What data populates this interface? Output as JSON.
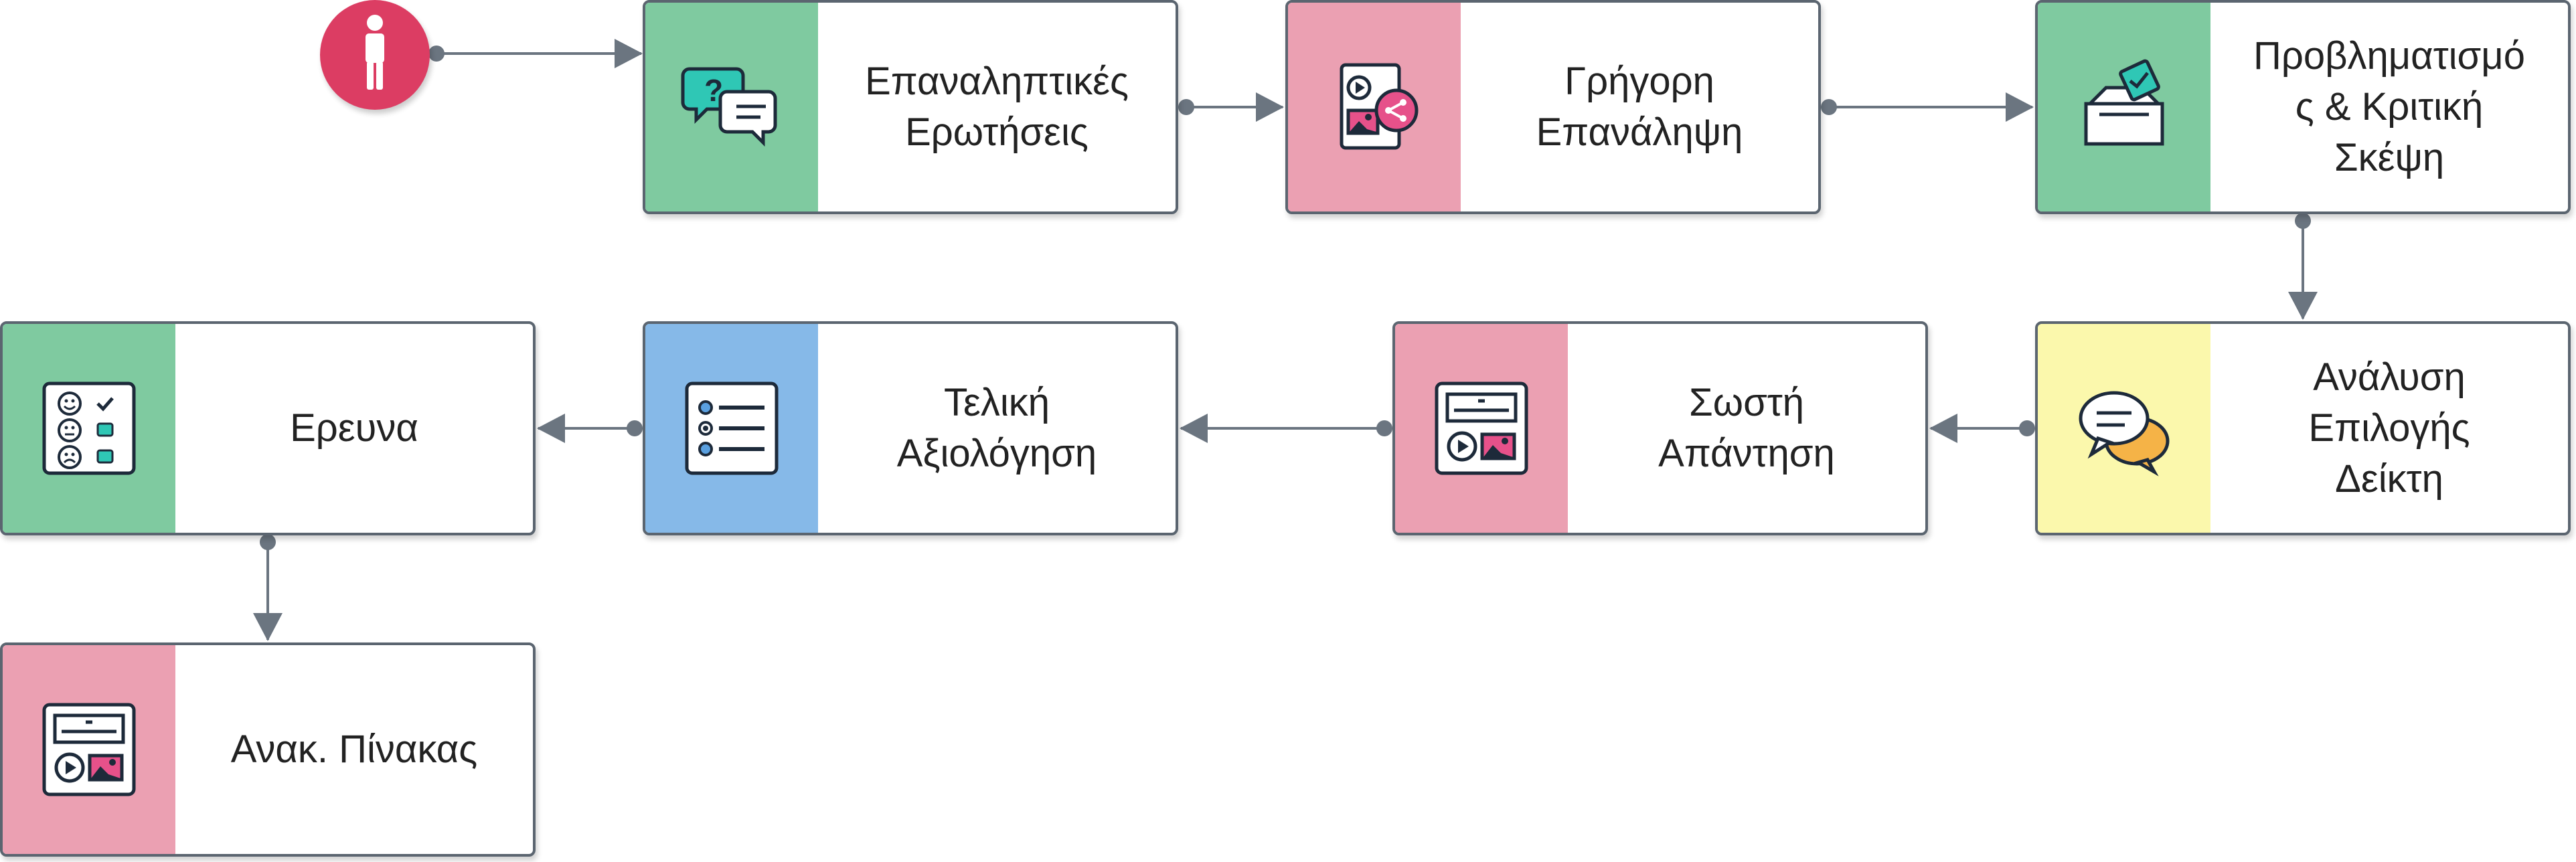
{
  "colors": {
    "green": "#7fcaa0",
    "pink": "#eba0b2",
    "blue": "#86b9e8",
    "yellow": "#fbf8ac",
    "start_red": "#dc3d63",
    "edge": "#6b7580"
  },
  "start": {
    "icon": "person-icon"
  },
  "nodes": [
    {
      "id": "n1",
      "label": "Επαναληπτικές\nΕρωτήσεις",
      "icon": "question-chat-icon"
    },
    {
      "id": "n2",
      "label": "Γρήγορη\nΕπανάληψη",
      "icon": "media-share-icon"
    },
    {
      "id": "n3",
      "label": "Προβληματισμό\nς & Κριτική\nΣκέψη",
      "icon": "ballot-box-icon"
    },
    {
      "id": "n4",
      "label": "Ανάλυση\nΕπιλογής\nΔείκτη",
      "icon": "chat-bubbles-icon"
    },
    {
      "id": "n5",
      "label": "Σωστή\nΑπάντηση",
      "icon": "media-board-icon"
    },
    {
      "id": "n6",
      "label": "Τελική\nΑξιολόγηση",
      "icon": "checklist-icon"
    },
    {
      "id": "n7",
      "label": "Ερευνα",
      "icon": "survey-icon"
    },
    {
      "id": "n8",
      "label": "Ανακ. Πίνακας",
      "icon": "media-board-icon"
    }
  ],
  "edges": [
    {
      "from": "start",
      "to": "n1"
    },
    {
      "from": "n1",
      "to": "n2"
    },
    {
      "from": "n2",
      "to": "n3"
    },
    {
      "from": "n3",
      "to": "n4"
    },
    {
      "from": "n4",
      "to": "n5"
    },
    {
      "from": "n5",
      "to": "n6"
    },
    {
      "from": "n6",
      "to": "n7"
    },
    {
      "from": "n7",
      "to": "n8"
    }
  ]
}
